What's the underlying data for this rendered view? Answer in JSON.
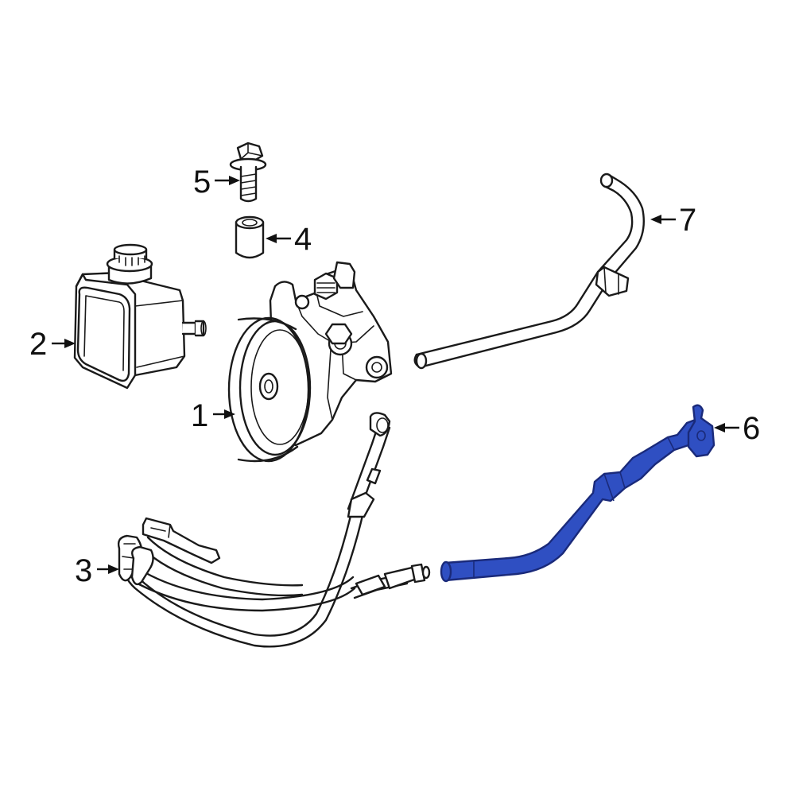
{
  "colors": {
    "line": "#1a1a1a",
    "highlight_fill": "#2f4fc2",
    "highlight_stroke": "#1a2a7a",
    "background": "#ffffff"
  },
  "callouts": [
    {
      "id": "1",
      "label": "1",
      "part": "power-steering-pump"
    },
    {
      "id": "2",
      "label": "2",
      "part": "reservoir"
    },
    {
      "id": "3",
      "label": "3",
      "part": "pressure-hose"
    },
    {
      "id": "4",
      "label": "4",
      "part": "spacer"
    },
    {
      "id": "5",
      "label": "5",
      "part": "bolt"
    },
    {
      "id": "6",
      "label": "6",
      "part": "return-hose",
      "highlighted": true
    },
    {
      "id": "7",
      "label": "7",
      "part": "supply-hose"
    }
  ]
}
